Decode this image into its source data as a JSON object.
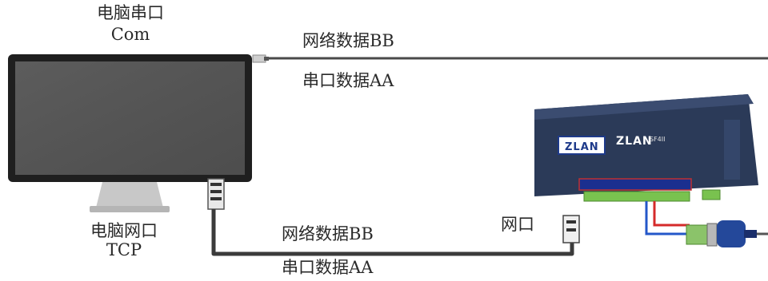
{
  "pc_com": {
    "title": "电脑串口",
    "sub": "Com"
  },
  "pc_tcp": {
    "title": "电脑网口",
    "sub": "TCP"
  },
  "top_line": {
    "upper": "网络数据BB",
    "lower": "串口数据AA"
  },
  "bottom_line": {
    "upper": "网络数据BB",
    "lower": "串口数据AA"
  },
  "device": {
    "port_label": "网口",
    "brand": "ZLAN",
    "badge": "ZLAN",
    "model": "SF4II"
  },
  "colors": {
    "rs485_a": "#d52a2a",
    "rs485_b": "#2457c9",
    "device_body": "#2f3f5e",
    "terminal": "#76c24f"
  }
}
